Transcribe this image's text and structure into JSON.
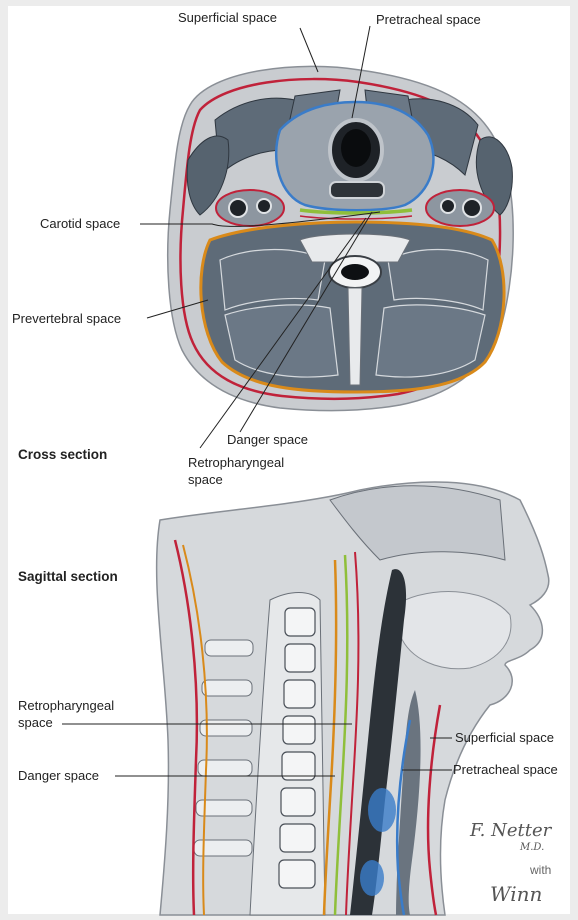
{
  "cross_section": {
    "title": "Cross section",
    "labels": {
      "superficial": "Superficial space",
      "pretracheal": "Pretracheal space",
      "carotid": "Carotid space",
      "prevertebral": "Prevertebral space",
      "danger": "Danger space",
      "retropharyngeal_1": "Retropharyngeal",
      "retropharyngeal_2": "space"
    }
  },
  "sagittal_section": {
    "title": "Sagittal section",
    "labels": {
      "retropharyngeal_1": "Retropharyngeal",
      "retropharyngeal_2": "space",
      "danger": "Danger space",
      "superficial": "Superficial space",
      "pretracheal": "Pretracheal space"
    }
  },
  "signature": {
    "line1": "F. Netter",
    "md": "M.D.",
    "with": "with",
    "line2": "Winn"
  },
  "colors": {
    "muscle": "#5e6b78",
    "fascia_red": "#c0223a",
    "prevertebral_orange": "#d98a1a",
    "pretracheal_blue": "#3a7cc9",
    "danger_green": "#8fbf3a",
    "skin": "#c9ccd0"
  }
}
